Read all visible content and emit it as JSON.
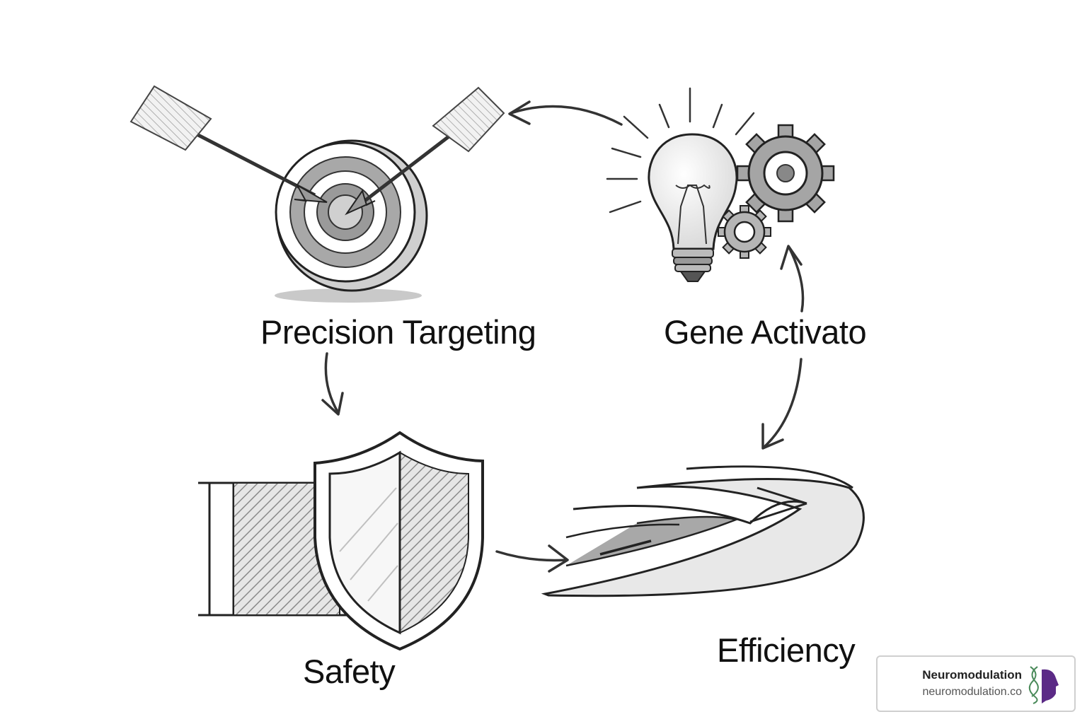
{
  "nodes": {
    "precision": {
      "label": "Precision Targeting",
      "icon": "target-arrows-icon"
    },
    "gene": {
      "label": "Gene Activato",
      "icon": "lightbulb-gears-icon"
    },
    "safety": {
      "label": "Safety",
      "icon": "shield-icon"
    },
    "efficiency": {
      "label": "Efficiency",
      "icon": "swoosh-arrow-icon"
    }
  },
  "brand": {
    "name": "Neuromodulation",
    "url": "neuromodulation.co",
    "icon": "dna-head-logo-icon",
    "accent": "#5b2a86"
  },
  "colors": {
    "ink": "#222222",
    "shade": "#9a9a9a",
    "light_shade": "#d6d6d6"
  }
}
